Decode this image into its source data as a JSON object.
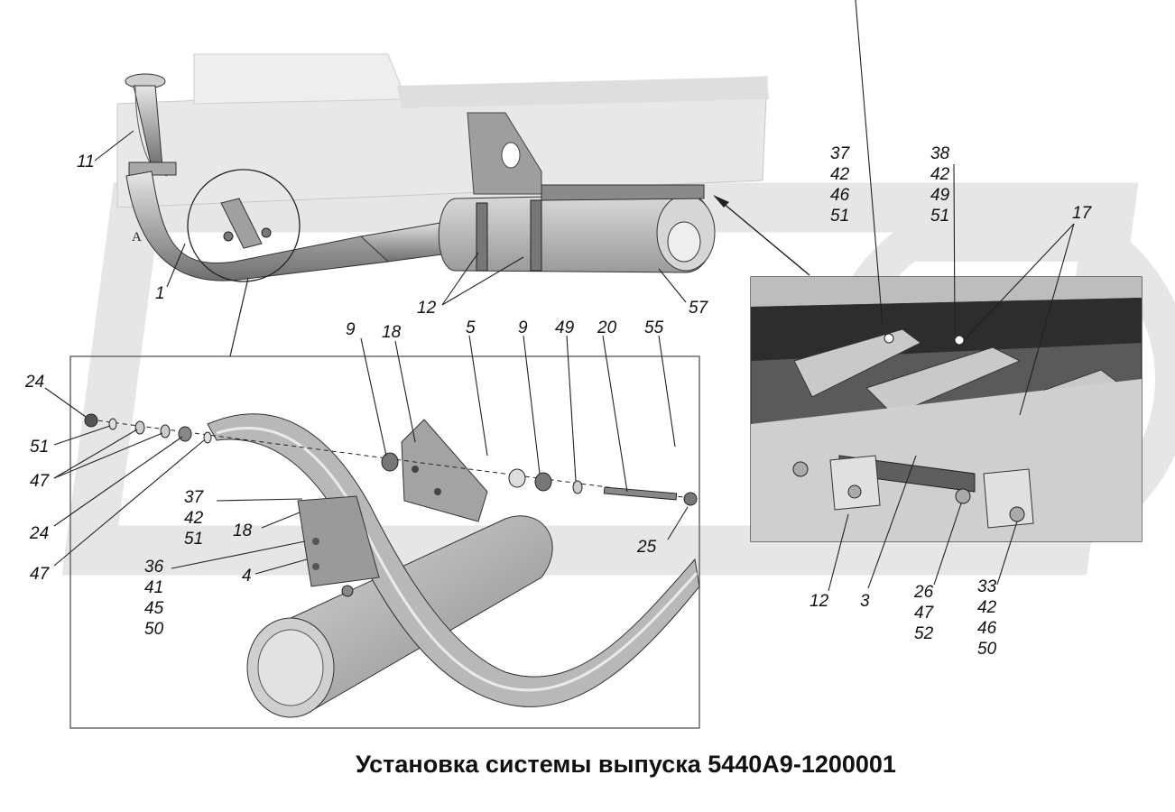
{
  "title": "Установка системы выпуска 5440А9-1200001",
  "view_marker": "A",
  "colors": {
    "watermark": "#e2e2e2",
    "part_fill": "#bdbdbd",
    "part_dark": "#7a7a7a",
    "frame_fill": "#dcdcdc",
    "line": "#222222"
  },
  "labels": {
    "l11": "11",
    "l1": "1",
    "l12_top": "12",
    "l57": "57",
    "l24_a": "24",
    "l51_a": "51",
    "l47_a": "47",
    "l24_b": "24",
    "l47_b": "47",
    "l9_a": "9",
    "l18_a": "18",
    "l5": "5",
    "l9_b": "9",
    "l49": "49",
    "l20": "20",
    "l55": "55",
    "l18_b": "18",
    "l4": "4",
    "l25": "25",
    "l12_right": "12",
    "l3": "3",
    "l17": "17",
    "stack_37_42_51": [
      "37",
      "42",
      "51"
    ],
    "stack_36": [
      "36",
      "41",
      "45",
      "50"
    ],
    "stack_37_top": [
      "37",
      "42",
      "46",
      "51"
    ],
    "stack_38": [
      "38",
      "42",
      "49",
      "51"
    ],
    "stack_26": [
      "26",
      "47",
      "52"
    ],
    "stack_33": [
      "33",
      "42",
      "46",
      "50"
    ]
  }
}
